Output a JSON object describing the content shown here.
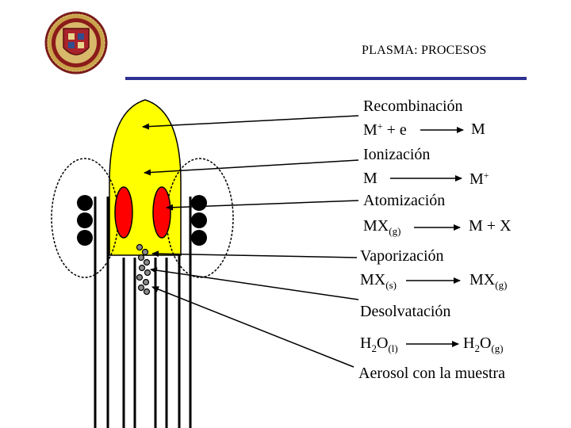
{
  "header": {
    "title": "PLASMA: PROCESOS",
    "accent_color": "#2e3192"
  },
  "processes": {
    "recombination": {
      "label": "Recombinación",
      "from": "M",
      "from_sup": "+",
      "from_tail": " + e",
      "to": "M"
    },
    "ionization": {
      "label": "Ionización",
      "from": "M",
      "to": "M",
      "to_sup": "+"
    },
    "atomization": {
      "label": "Atomización",
      "from": "MX",
      "from_sub": "(g)",
      "to": "M + X"
    },
    "vaporization": {
      "label": "Vaporización",
      "from": "MX",
      "from_sub": "(s)",
      "to": "MX",
      "to_sub": "(g)"
    },
    "desolvation": {
      "label": "Desolvatación",
      "from_a": "H",
      "from_a_sub": "2",
      "from_b": "O",
      "from_b_sub": "(l)",
      "to_a": "H",
      "to_a_sub": "2",
      "to_b": "O",
      "to_b_sub": "(g)"
    },
    "aerosol": {
      "label": "Aerosol con la muestra"
    }
  },
  "colors": {
    "plasma_flame": "#ffff00",
    "hot_zone": "#ff0000",
    "coil": "#000000"
  },
  "icons": {
    "logo": "university-seal-icon"
  }
}
